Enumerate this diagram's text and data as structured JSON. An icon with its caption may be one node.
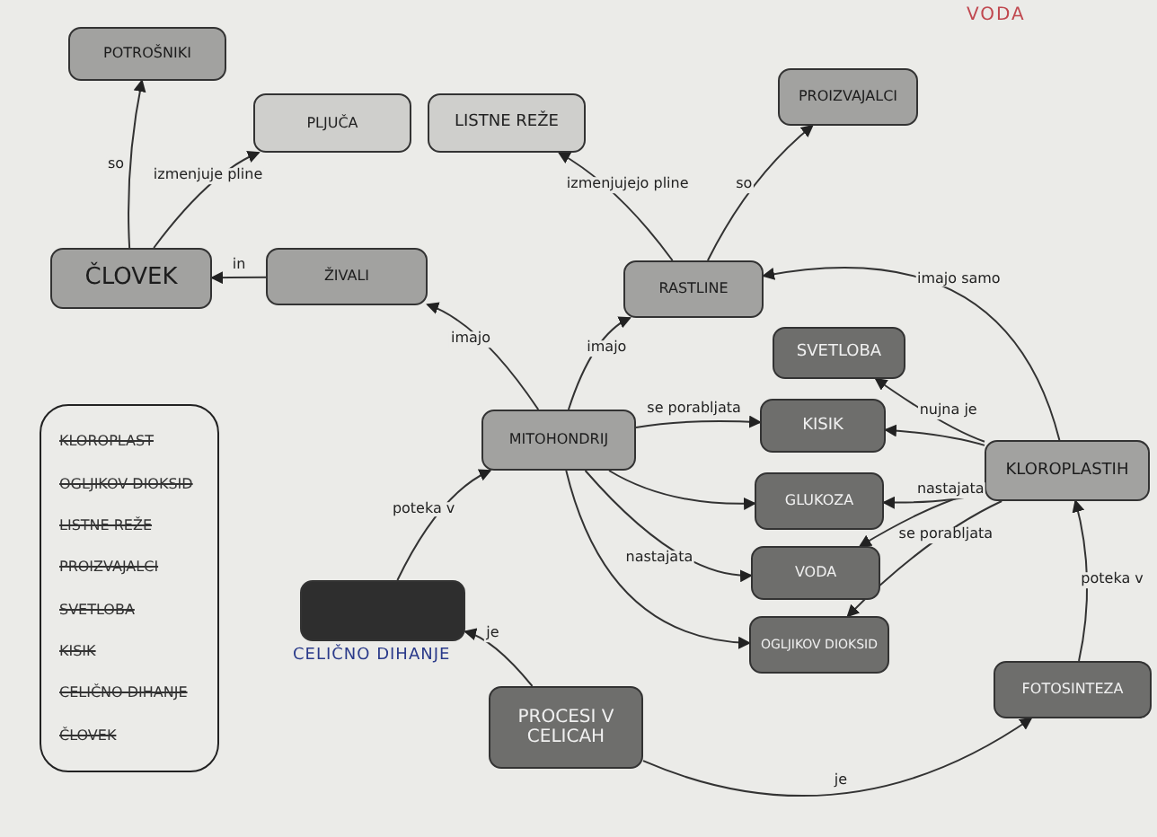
{
  "diagram": {
    "nodes": [
      {
        "text": [
          "POTROŠNIKI"
        ]
      },
      {
        "text": [
          "PLJUČA"
        ]
      },
      {
        "text": [
          "LISTNE REŽE"
        ]
      },
      {
        "text": [
          "PROIZVAJALCI"
        ]
      },
      {
        "text": [
          "ČLOVEK"
        ]
      },
      {
        "text": [
          "ŽIVALI"
        ]
      },
      {
        "text": [
          "RASTLINE"
        ]
      },
      {
        "text": [
          "SVETLOBA"
        ]
      },
      {
        "text": [
          "MITOHONDRIJ"
        ]
      },
      {
        "text": [
          "KISIK"
        ]
      },
      {
        "text": [
          "GLUKOZA"
        ]
      },
      {
        "text": [
          "VODA"
        ]
      },
      {
        "text": [
          "OGLJIKOV DIOKSID"
        ]
      },
      {
        "text": [
          "KLOROPLASTIH"
        ]
      },
      {
        "text": [
          "CELIČNO DIHANJE"
        ]
      },
      {
        "text": [
          "PROCESI V CELICAH"
        ]
      },
      {
        "text": [
          "FOTOSINTEZA"
        ]
      },
      {
        "text": [
          "KLOROPLAST",
          "OGLJIKOV DIOKSID",
          "LISTNE REŽE",
          "PROIZVAJALCI",
          "SVETLOBA",
          "KISIK",
          "CELIČNO DIHANJE",
          "ČLOVEK"
        ]
      }
    ],
    "edges": [
      {
        "from": 4,
        "to": 0,
        "arrow": "to",
        "label": "so"
      },
      {
        "from": 4,
        "to": 1,
        "arrow": "to",
        "label": "izmenjuje pline"
      },
      {
        "from": 5,
        "to": 4,
        "arrow": "to",
        "label": "in"
      },
      {
        "from": 8,
        "to": 5,
        "arrow": "to",
        "label": "imajo"
      },
      {
        "from": 8,
        "to": 6,
        "arrow": "to",
        "label": "imajo"
      },
      {
        "from": 6,
        "to": 2,
        "arrow": "to",
        "label": "izmenjujejo pline"
      },
      {
        "from": 6,
        "to": 3,
        "arrow": "to",
        "label": "so"
      },
      {
        "from": 13,
        "to": 6,
        "arrow": "to",
        "label": "imajo samo"
      },
      {
        "from": 13,
        "to": 7,
        "arrow": "to",
        "label": "nujna je"
      },
      {
        "from": 13,
        "to": 9,
        "arrow": "to"
      },
      {
        "from": 13,
        "to": 10,
        "arrow": "to",
        "label": "nastajata"
      },
      {
        "from": 13,
        "to": 11,
        "arrow": "to",
        "label": "se porabljata"
      },
      {
        "from": 13,
        "to": 12,
        "arrow": "to"
      },
      {
        "from": 8,
        "to": 9,
        "arrow": "to",
        "label": "se porabljata"
      },
      {
        "from": 8,
        "to": 10,
        "arrow": "to"
      },
      {
        "from": 8,
        "to": 11,
        "arrow": "to",
        "label": "nastajata"
      },
      {
        "from": 8,
        "to": 12,
        "arrow": "to"
      },
      {
        "from": 16,
        "to": 13,
        "arrow": "to",
        "label": "poteka v"
      },
      {
        "from": 14,
        "to": 8,
        "arrow": "to",
        "label": "poteka v"
      },
      {
        "from": 15,
        "to": 14,
        "arrow": "to",
        "label": "je"
      },
      {
        "from": 15,
        "to": 16,
        "arrow": "to",
        "label": "je"
      }
    ],
    "labels": [
      "VODA"
    ]
  }
}
